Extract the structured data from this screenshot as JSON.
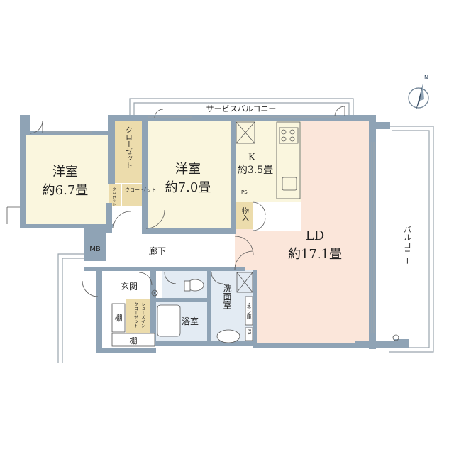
{
  "colors": {
    "wall": "#8fa3b5",
    "room_cream": "#faf6de",
    "room_peach": "#fbe6da",
    "closet": "#ecdcac",
    "wet_area": "#e3ebf3",
    "balcony_line": "#9aa5ad"
  },
  "compass_icon": "north-arrow-icon",
  "rooms": {
    "western1_name": "洋室",
    "western1_size": "約6.7畳",
    "western2_name": "洋室",
    "western2_size": "約7.0畳",
    "kitchen_name": "K",
    "kitchen_size": "約3.5畳",
    "ld_name": "LD",
    "ld_size": "約17.1畳",
    "corridor": "廊下",
    "entrance": "玄関",
    "bath": "浴室",
    "washroom": "洗面室",
    "mb": "MB"
  },
  "storage": {
    "closet_main": "クローゼット",
    "closet_small_a": "クロ\nゼット",
    "closet_small_b": "クロー\nゼット",
    "storeroom": "物入",
    "ps_upper": "PS",
    "ps_lower": "PS",
    "linen": "リネン庫",
    "shoe_closet_line1": "シューズイン",
    "shoe_closet_line2": "クローゼット",
    "shelf_upper": "棚",
    "shelf_lower": "棚"
  },
  "balconies": {
    "service": "サービスバルコニー",
    "main": "バルコニー"
  }
}
